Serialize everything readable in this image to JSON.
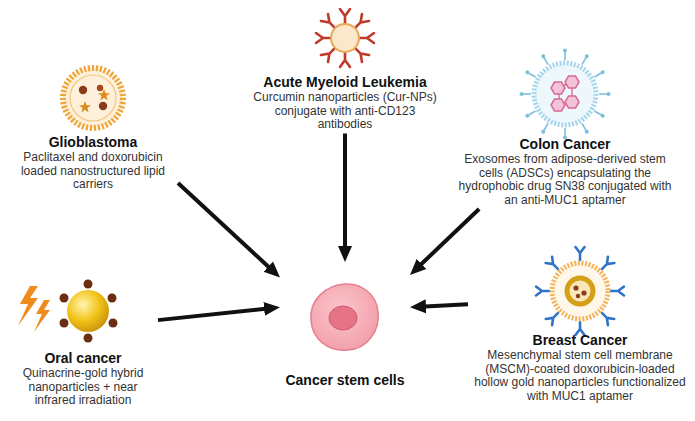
{
  "diagram": {
    "nodes": [
      {
        "text": [
          "Glioblastoma",
          "Paclitaxel and doxorubicin loaded nanostructured lipid carriers"
        ]
      },
      {
        "text": [
          "Acute Myeloid Leukemia",
          "Curcumin nanoparticles (Cur-NPs) conjugate with anti-CD123 antibodies"
        ]
      },
      {
        "text": [
          "Colon Cancer",
          "Exosomes from adipose-derived stem cells (ADSCs) encapsulating the hydrophobic drug SN38 conjugated with an anti-MUC1 aptamer"
        ]
      },
      {
        "text": [
          "Oral cancer",
          "Quinacrine-gold hybrid nanoparticles + near infrared irradiation"
        ]
      },
      {
        "text": [
          "Breast Cancer",
          "Mesenchymal stem cell membrane (MSCM)-coated doxorubicin-loaded hollow gold nanoparticles functionalized with MUC1 aptamer"
        ]
      },
      {
        "text": [
          "Cancer stem cells"
        ]
      }
    ],
    "edges": [
      {
        "from": 0,
        "to": 5,
        "arrow": "to"
      },
      {
        "from": 1,
        "to": 5,
        "arrow": "to"
      },
      {
        "from": 2,
        "to": 5,
        "arrow": "to"
      },
      {
        "from": 3,
        "to": 5,
        "arrow": "to"
      },
      {
        "from": 4,
        "to": 5,
        "arrow": "to"
      }
    ]
  }
}
